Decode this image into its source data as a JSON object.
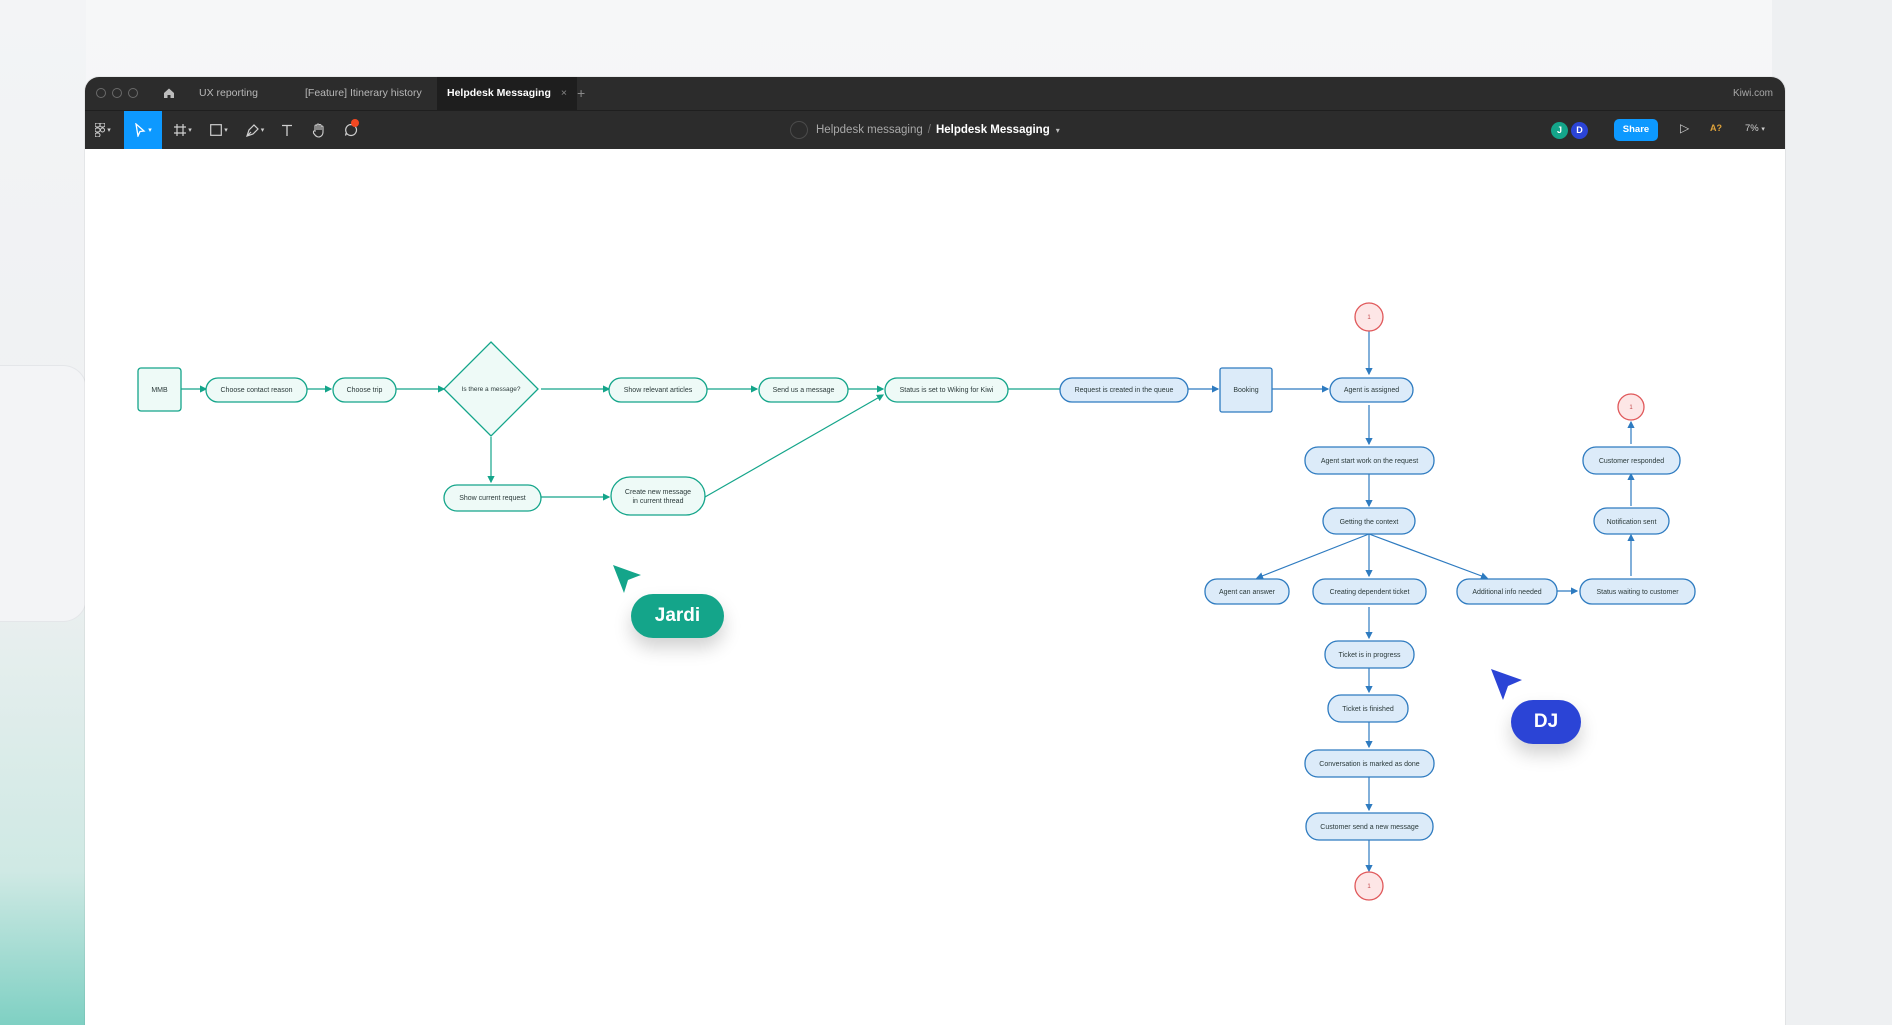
{
  "tabs": [
    {
      "label": "UX reporting"
    },
    {
      "label": "[Feature] Itinerary history"
    },
    {
      "label": "Helpdesk Messaging"
    }
  ],
  "brand": "Kiwi.com",
  "breadcrumb": {
    "project": "Helpdesk messaging",
    "separator": "/",
    "file": "Helpdesk Messaging"
  },
  "collaborators": [
    {
      "initial": "J",
      "color": "#14a58a"
    },
    {
      "initial": "D",
      "color": "#2b44d6"
    }
  ],
  "share_label": "Share",
  "ai_label": "A?",
  "zoom": "7%",
  "icons": {
    "main_menu": "figma-menu-icon",
    "move": "move-tool-icon",
    "frame": "frame-tool-icon",
    "shape": "rectangle-tool-icon",
    "pen": "pen-tool-icon",
    "text": "text-tool-icon",
    "hand": "hand-tool-icon",
    "comment": "comment-tool-icon",
    "play": "present-icon"
  },
  "colors": {
    "teal": "#14a58a",
    "teal_fill": "#eefaf7",
    "blue": "#2e7bc0",
    "blue_fill": "#dcebf9",
    "red": "#e0585a",
    "red_fill": "#fde6e6"
  },
  "flow": {
    "nodes": {
      "mmb": "MMB",
      "contact_reason": "Choose contact reason",
      "choose_trip": "Choose trip",
      "decision": "Is there a message?",
      "relevant_articles": "Show relevant articles",
      "send_message": "Send us a message",
      "waiting_kiwi": "Status is set to Wiking for Kiwi",
      "show_current": "Show current request",
      "create_message_1": "Create new message",
      "create_message_2": "in current thread",
      "request_created": "Request is created in the queue",
      "booking": "Booking",
      "agent_assigned": "Agent is assigned",
      "agent_start": "Agent start work on the request",
      "getting_context": "Getting the context",
      "agent_can_answer": "Agent can answer",
      "dependent_ticket": "Creating dependent ticket",
      "additional_info": "Additional info needed",
      "status_waiting": "Status waiting to customer",
      "notification_sent": "Notification sent",
      "customer_responded": "Customer responded",
      "ticket_progress": "Ticket is in progress",
      "ticket_finished": "Ticket is finished",
      "conversation_done": "Conversation is marked as done",
      "customer_new": "Customer send a new message"
    },
    "connectors": {
      "top": "1",
      "right": "1",
      "bottom": "1"
    }
  },
  "cursors": [
    {
      "name": "Jardi",
      "color": "#14a58a"
    },
    {
      "name": "DJ",
      "color": "#2b44d6"
    }
  ]
}
